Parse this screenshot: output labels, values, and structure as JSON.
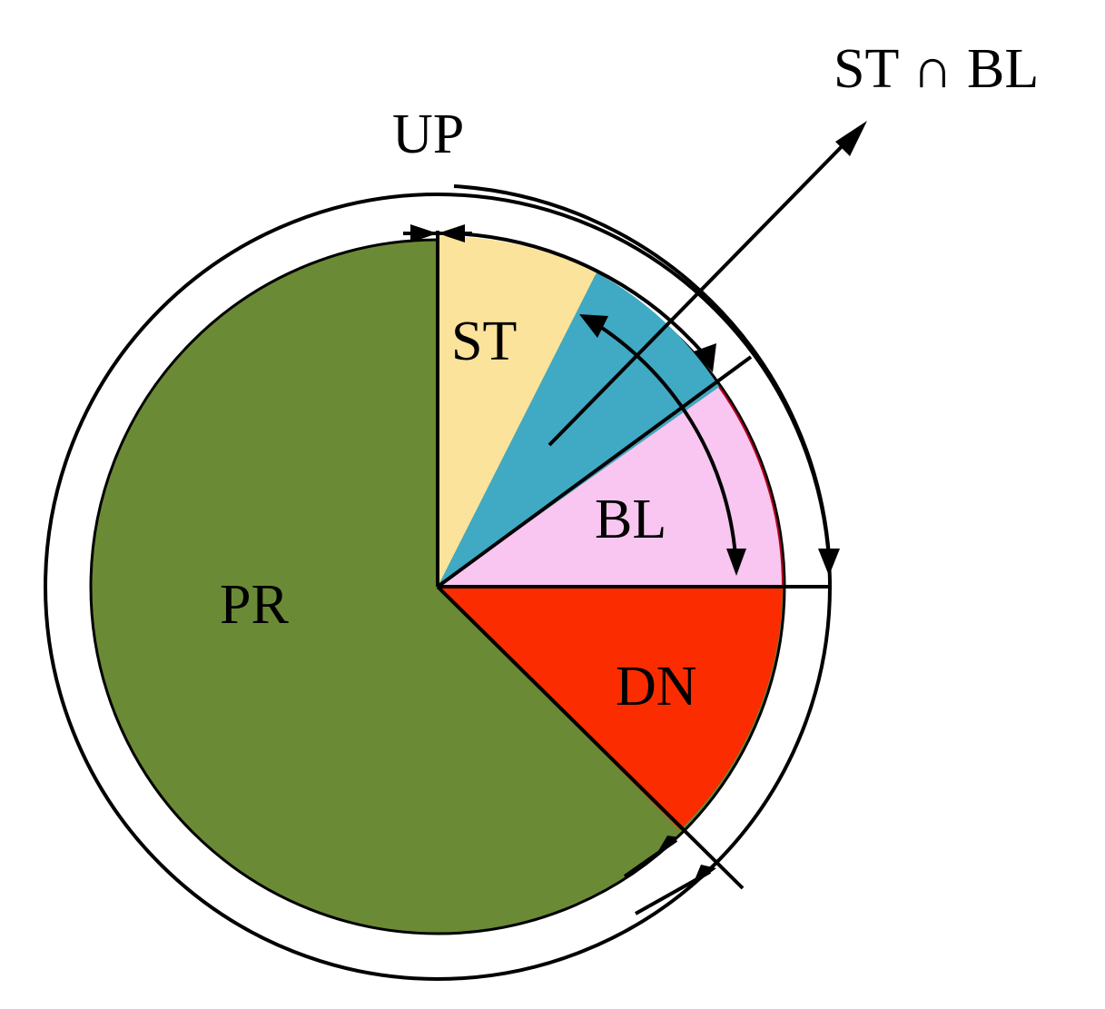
{
  "labels": {
    "up": "UP",
    "st_cap_bl": "ST ∩ BL",
    "st": "ST",
    "bl": "BL",
    "pr": "PR",
    "dn": "DN"
  },
  "colors": {
    "pr": "#6b8a35",
    "st": "#fbe39b",
    "overlap": "#40a9c4",
    "bl": "#f8c6f0",
    "dn": "#fb2c00",
    "stroke": "#000000",
    "background": "#ffffff"
  }
}
